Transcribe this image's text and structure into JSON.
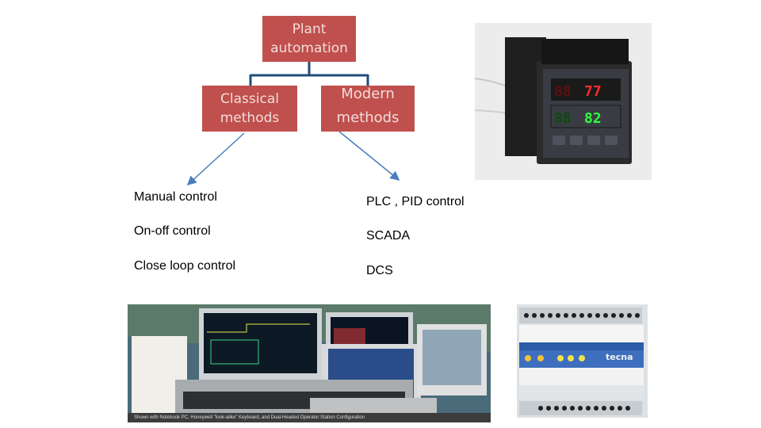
{
  "diagram": {
    "root": {
      "line1": "Plant",
      "line2": "automation"
    },
    "left_branch": {
      "line1": "Classical",
      "line2": "methods"
    },
    "right_branch": {
      "line1": "Modern",
      "line2": "methods"
    }
  },
  "classical_list": [
    "Manual control",
    "On-off control",
    "Close loop control"
  ],
  "modern_list": [
    "PLC , PID control",
    "SCADA",
    "DCS"
  ],
  "photos": {
    "room_caption": "Shown with Notebook PC, Honeywell \"look-alike\" Keyboard, and Dual-Headed Operator Station Configuration",
    "module_brand": "tecna"
  },
  "colors": {
    "box_fill": "#c0504d",
    "box_text": "#f2dcdb",
    "connector": "#1f4e79",
    "arrow": "#4a7ebb"
  }
}
